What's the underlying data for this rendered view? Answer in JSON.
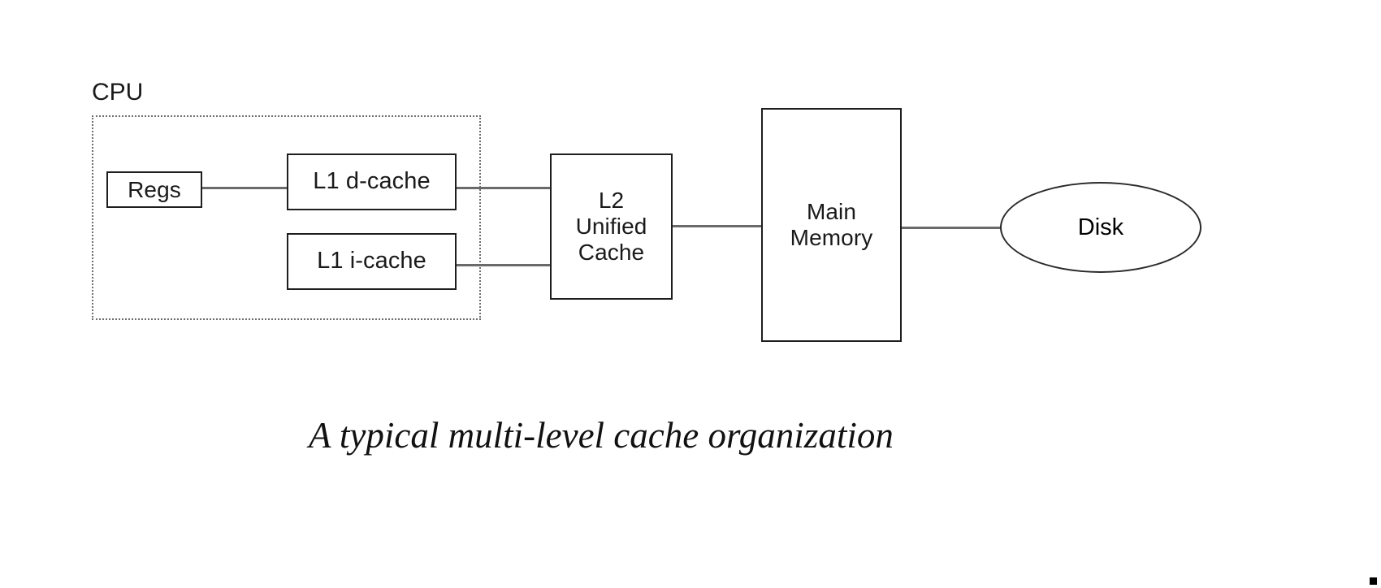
{
  "diagram": {
    "title": "A typical multi-level cache organization",
    "background_color": "#ffffff",
    "line_color": "#6a6a6a",
    "box_border_color": "#1e1e1e",
    "cpu_border_color": "#6f6f6f",
    "text_color": "#1a1a1a",
    "enclosure": {
      "label": "CPU"
    },
    "nodes": [
      {
        "id": "regs",
        "label": "Regs",
        "shape": "rect"
      },
      {
        "id": "l1d",
        "label": "L1 d-cache",
        "shape": "rect"
      },
      {
        "id": "l1i",
        "label": "L1 i-cache",
        "shape": "rect"
      },
      {
        "id": "l2",
        "label": "L2\nUnified\nCache",
        "shape": "rect"
      },
      {
        "id": "main-memory",
        "label": "Main\nMemory",
        "shape": "rect"
      },
      {
        "id": "disk",
        "label": "Disk",
        "shape": "ellipse"
      }
    ],
    "edges": [
      {
        "from": "regs",
        "to": "l1d"
      },
      {
        "from": "l1d",
        "to": "l2"
      },
      {
        "from": "l1i",
        "to": "l2"
      },
      {
        "from": "l2",
        "to": "main-memory"
      },
      {
        "from": "main-memory",
        "to": "disk"
      }
    ]
  }
}
